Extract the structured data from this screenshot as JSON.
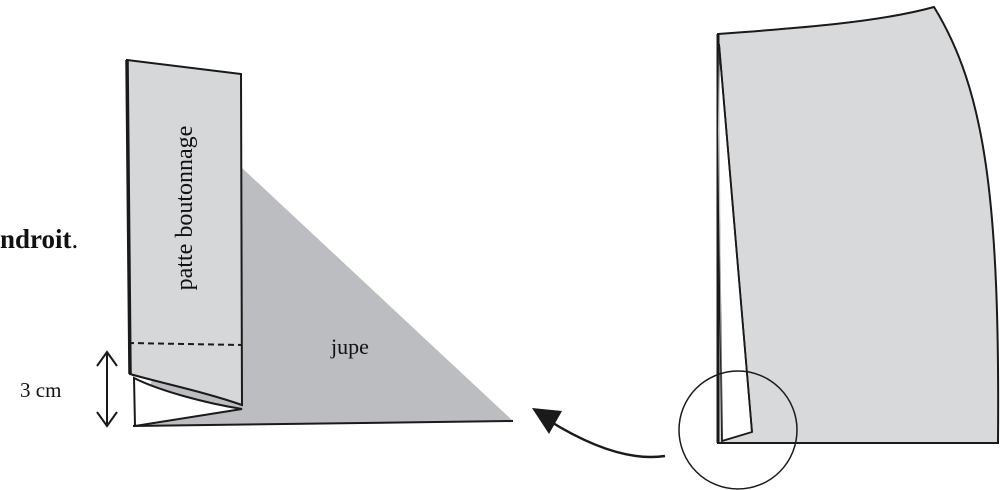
{
  "instruction_fragment": {
    "bold_text": "ndroit",
    "trailing_text": "."
  },
  "labels": {
    "placket": "patte boutonnage",
    "skirt": "jupe",
    "measurement": "3 cm"
  },
  "colors": {
    "skirt_fill": "#bcbdc0",
    "placket_fill": "#d6d7d9",
    "panel_fill": "#d8d9db",
    "line": "#1a1a1a",
    "background": "#ffffff"
  },
  "icons": {
    "detail_marker": "detail-circle-icon",
    "arrow": "curved-arrow-icon",
    "measure": "double-arrow-icon"
  }
}
